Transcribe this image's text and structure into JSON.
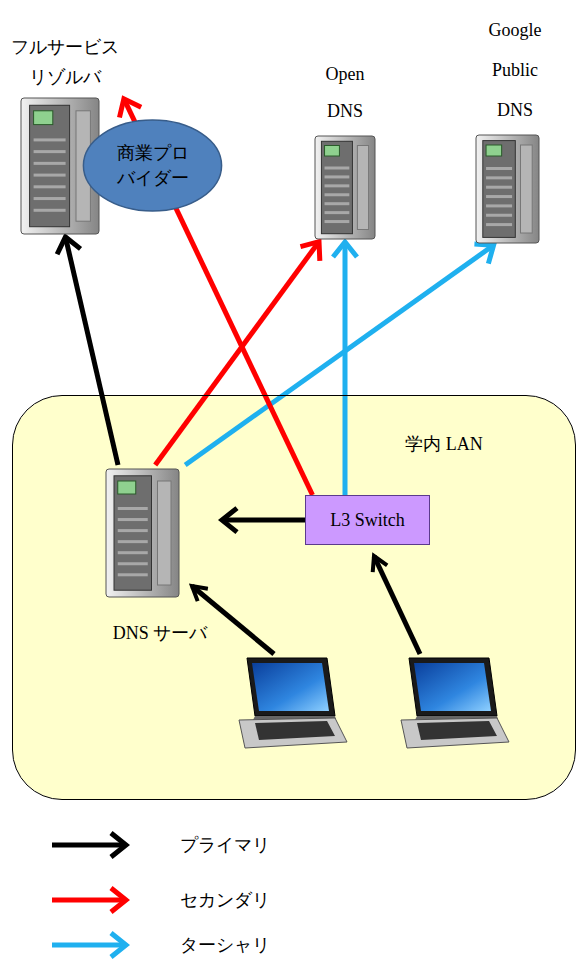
{
  "diagram": {
    "nodes": [
      {
        "text": [
          "フルサービス リゾルバ"
        ]
      },
      {
        "text": [
          "商業プロ バイダー"
        ]
      },
      {
        "text": [
          "Open DNS"
        ]
      },
      {
        "text": [
          "Google Public DNS"
        ]
      },
      {
        "text": [
          "学内 LAN"
        ]
      },
      {
        "text": [
          "DNS サーバ"
        ],
        "in": 4
      },
      {
        "text": [
          "L3 Switch"
        ],
        "in": 4
      }
    ],
    "edges": [
      {
        "from": 5,
        "to": 0,
        "arrow": "to"
      },
      {
        "from": 5,
        "to": 2,
        "arrow": "to"
      },
      {
        "from": 5,
        "to": 3,
        "arrow": "to"
      },
      {
        "from": 6,
        "to": 0,
        "arrow": "to"
      },
      {
        "from": 6,
        "to": 2,
        "arrow": "to"
      },
      {
        "from": 6,
        "to": 5,
        "arrow": "to"
      }
    ],
    "legend": [
      {
        "text": "プライマリ"
      },
      {
        "text": "セカンダリ"
      },
      {
        "text": "ターシャリ"
      }
    ]
  }
}
